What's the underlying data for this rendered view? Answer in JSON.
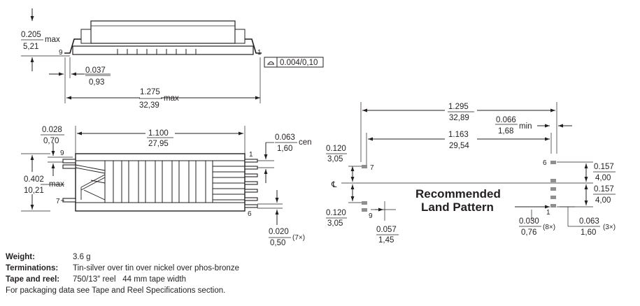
{
  "side_view": {
    "height_in": "0.205",
    "height_mm": "5,21",
    "height_suffix": "max",
    "pin_left": "9",
    "pin_right": "1",
    "lead_in": "0.037",
    "lead_mm": "0,93",
    "length_in": "1.275",
    "length_mm": "32,39",
    "length_suffix": "max",
    "coplanarity": "0.004/0,10"
  },
  "top_view": {
    "lead_w_in": "0.028",
    "lead_w_mm": "0,70",
    "body_len_in": "1.100",
    "body_len_mm": "27,95",
    "pitch_in": "0.063",
    "pitch_mm": "1,60",
    "pitch_suffix": "cen",
    "width_in": "0.402",
    "width_mm": "10,21",
    "width_suffix": "max",
    "pin_9": "9",
    "pin_7": "7",
    "pin_1": "1",
    "pin_6": "6",
    "lead_in2": "0.020",
    "lead_mm2": "0,50",
    "lead_count": "(7×)"
  },
  "land_pattern": {
    "title_line1": "Recommended",
    "title_line2": "Land Pattern",
    "overall_in": "1.295",
    "overall_mm": "32,89",
    "gap_in": "0.066",
    "gap_mm": "1,68",
    "gap_suffix": "min",
    "center_in": "1.163",
    "center_mm": "29,54",
    "offset_top_in": "0.120",
    "offset_top_mm": "3,05",
    "offset_bot_in": "0.120",
    "offset_bot_mm": "3,05",
    "pad_len_in": "0.057",
    "pad_len_mm": "1,45",
    "right_top_in": "0.157",
    "right_top_mm": "4,00",
    "right_bot_in": "0.157",
    "right_bot_mm": "4,00",
    "pad_w_in": "0.030",
    "pad_w_mm": "0,76",
    "pad_w_count": "(8×)",
    "pitch_in": "0.063",
    "pitch_mm": "1,60",
    "pitch_count": "(3×)",
    "pin_7": "7",
    "pin_9": "9",
    "pin_6": "6",
    "pin_1": "1",
    "centerline": "℄"
  },
  "notes": [
    {
      "label": "Weight:",
      "value": "3.6 g"
    },
    {
      "label": "Terminations:",
      "value": "Tin-silver over tin over nickel over phos-bronze"
    },
    {
      "label": "Tape and reel:",
      "value": "750/13″ reel   44 mm tape width"
    }
  ],
  "packaging_note": "For packaging data see Tape and Reel Specifications section."
}
